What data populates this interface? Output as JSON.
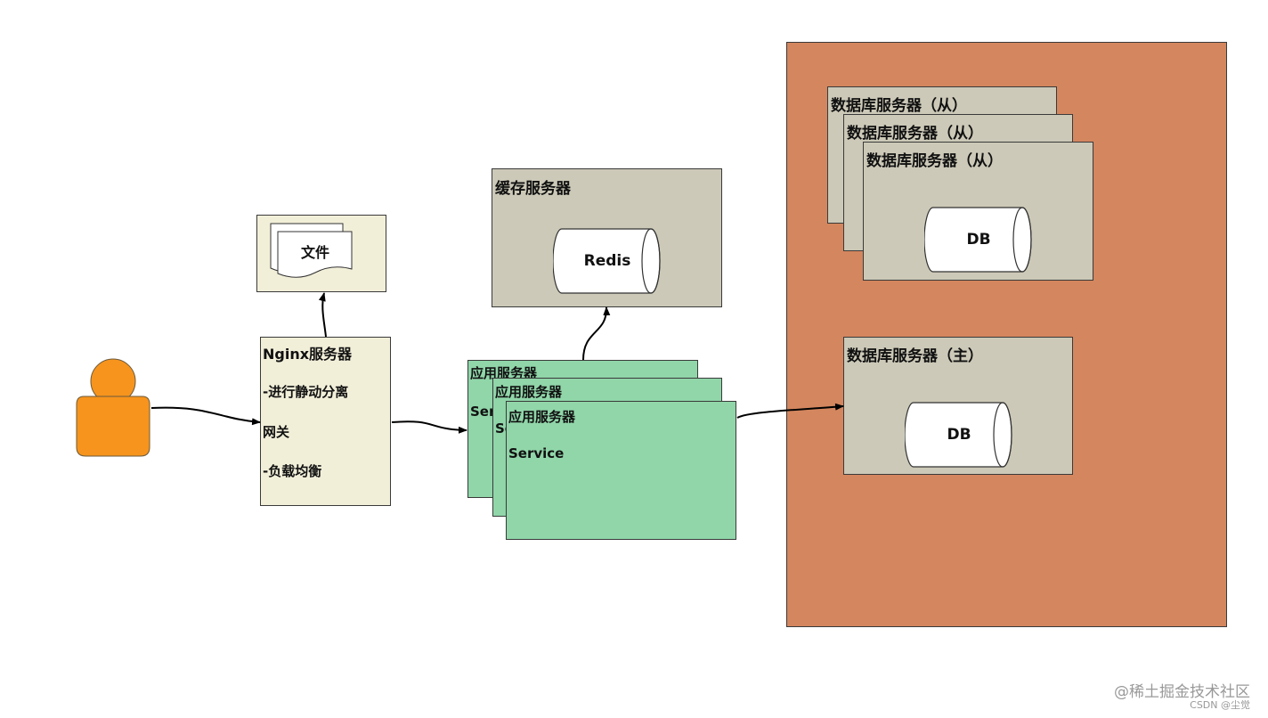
{
  "file_node": {
    "label": "文件"
  },
  "nginx": {
    "title": "Nginx服务器",
    "lines": [
      "-进行静动分离",
      "网关",
      "-负载均衡"
    ]
  },
  "cache_server": {
    "title": "缓存服务器",
    "store": "Redis"
  },
  "app_servers": {
    "title": "应用服务器",
    "service": "Service",
    "partial_service": [
      "Ser",
      "Se"
    ]
  },
  "db_slaves": {
    "title": "数据库服务器（从）",
    "store": "DB"
  },
  "db_master": {
    "title": "数据库服务器（主）",
    "store": "DB"
  },
  "watermark": {
    "main": "@稀土掘金技术社区",
    "sub": "CSDN @尘觉"
  },
  "colors": {
    "db_zone": "#d4865e",
    "server_gray": "#ccc9b8",
    "nginx_cream": "#f2efd9",
    "app_green": "#90d6a9",
    "user_orange": "#f7941d"
  }
}
